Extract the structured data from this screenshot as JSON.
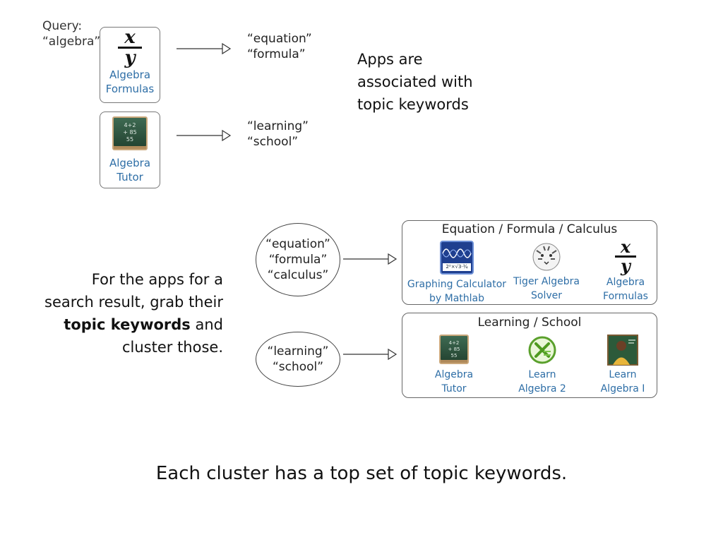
{
  "query": {
    "label": "Query:",
    "value": "“algebra”"
  },
  "top_apps": [
    {
      "name_line1": "Algebra",
      "name_line2": "Formulas",
      "icon": "fraction-x-over-y-icon",
      "keywords": [
        "“equation”",
        "“formula”"
      ]
    },
    {
      "name_line1": "Algebra",
      "name_line2": "Tutor",
      "icon": "chalkboard-icon",
      "keywords": [
        "“learning”",
        "“school”"
      ]
    }
  ],
  "note_top": {
    "lines": [
      "Apps are",
      "associated with",
      "topic keywords"
    ]
  },
  "note_left": {
    "line1": "For the apps for a",
    "line2": "search result, grab their",
    "bold": "topic keywords",
    "after_bold": " and",
    "line4": "cluster those."
  },
  "clusters": [
    {
      "keywords": [
        "“equation”",
        "“formula”",
        "“calculus”"
      ],
      "title": "Equation / Formula / Calculus",
      "apps": [
        {
          "line1": "Graphing Calculator",
          "line2": "by Mathlab",
          "icon": "graphing-calculator-icon"
        },
        {
          "line1": "Tiger Algebra",
          "line2": "Solver",
          "icon": "tiger-icon"
        },
        {
          "line1": "Algebra",
          "line2": "Formulas",
          "icon": "fraction-x-over-y-icon"
        }
      ]
    },
    {
      "keywords": [
        "“learning”",
        "“school”"
      ],
      "title": "Learning / School",
      "apps": [
        {
          "line1": "Algebra",
          "line2": "Tutor",
          "icon": "chalkboard-icon"
        },
        {
          "line1": "Learn",
          "line2": "Algebra 2",
          "icon": "green-x-circle-icon"
        },
        {
          "line1": "Learn",
          "line2": "Algebra I",
          "icon": "student-chalkboard-icon"
        }
      ]
    }
  ],
  "icon_text": {
    "x": "x",
    "y": "y",
    "calc_formula": "2²×√3·¾",
    "chalk_lines": [
      "4+2",
      "+ 85",
      "55"
    ]
  },
  "caption": "Each cluster has a top set of topic keywords."
}
